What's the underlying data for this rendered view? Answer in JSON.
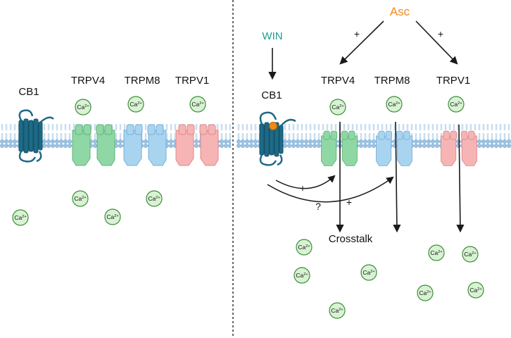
{
  "labels": {
    "left_cb1": "CB1",
    "left_trpv4": "TRPV4",
    "left_trpm8": "TRPM8",
    "left_trpv1": "TRPV1",
    "right_cb1": "CB1",
    "right_trpv4": "TRPV4",
    "right_trpm8": "TRPM8",
    "right_trpv1": "TRPV1",
    "win": "WIN",
    "asc": "Asc",
    "crosstalk": "Crosstalk",
    "plus": "+",
    "question": "?"
  },
  "ion": {
    "symbol": "Ca",
    "charge": "2+"
  },
  "colors": {
    "cb1": "#1e6a86",
    "trpv4": "#8fd7a4",
    "trpm8": "#a9d4ef",
    "trpv1": "#f6b4b4",
    "ion_fill": "#d8f3d3",
    "ion_stroke": "#3f8d3a",
    "membrane": "#a7cbe6",
    "win": "#1a9e8f",
    "asc": "#f28a1e",
    "agonist_dot": "#f08a10"
  }
}
